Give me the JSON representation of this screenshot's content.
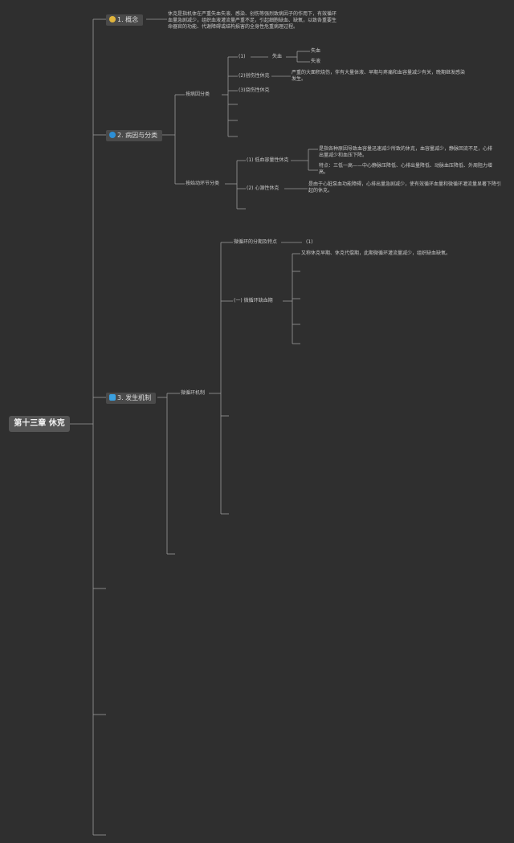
{
  "colors": {
    "background": "#2f2f2f",
    "line": "#9a9a9a",
    "topic": "#4a4a4a",
    "root": "#555555"
  },
  "root": {
    "label": "第十三章 休克"
  },
  "topics": {
    "concept": {
      "icon": "lightbulb-icon",
      "label": "1. 概念",
      "desc": "休克是指机体在严重失血失液、感染、创伤等强烈致病因子的作用下，有效循环血量急剧减少，组织血液灌流量严重不足，引起细胞缺血、缺氧，以致各重要生命器官的功能、代谢障碍或结构损害的全身性危重病理过程。"
    },
    "cause": {
      "icon": "gear-icon",
      "label": "2. 病因与分类",
      "by_cause": "按病因分类",
      "c1": "(1)",
      "c1_child": "失血",
      "c1_leaf_a": "失血",
      "c1_leaf_b": "失液",
      "c2": "(2)创伤性休克",
      "c2_desc": "严重的大面积烧伤，伴有大量体液、早期与疼痛和血容量减少有关，晚期继发感染发生。",
      "c3": "(3)烧伤性休克",
      "by_start": "按始动环节分类",
      "s1": "(1) 低血容量性休克",
      "s1_desc_a": "是指各种原因导致血容量迅速减少所致的休克，血容量减少，静脉回流不足，心排出量减少和血压下降。",
      "s1_desc_b": "特点：三低一高——中心静脉压降低、心排出量降低、动脉血压降低、外周阻力增高。",
      "s2": "(2) 心源性休克",
      "s2_desc": "是由于心脏泵血功能障碍，心排出量急剧减少，使有效循环血量和微循环灌流量显著下降引起的休克。"
    },
    "mechanism": {
      "icon": "document-icon",
      "label": "3. 发生机制",
      "micro": "微循环机制",
      "stage": "微循环的分期及特点",
      "stage_note": "(1)",
      "compensatory": "(一) 微循环缺血期",
      "comp_desc": "又称休克早期、休克代偿期，此期微循环灌流量减少，组织缺血缺氧。"
    }
  }
}
